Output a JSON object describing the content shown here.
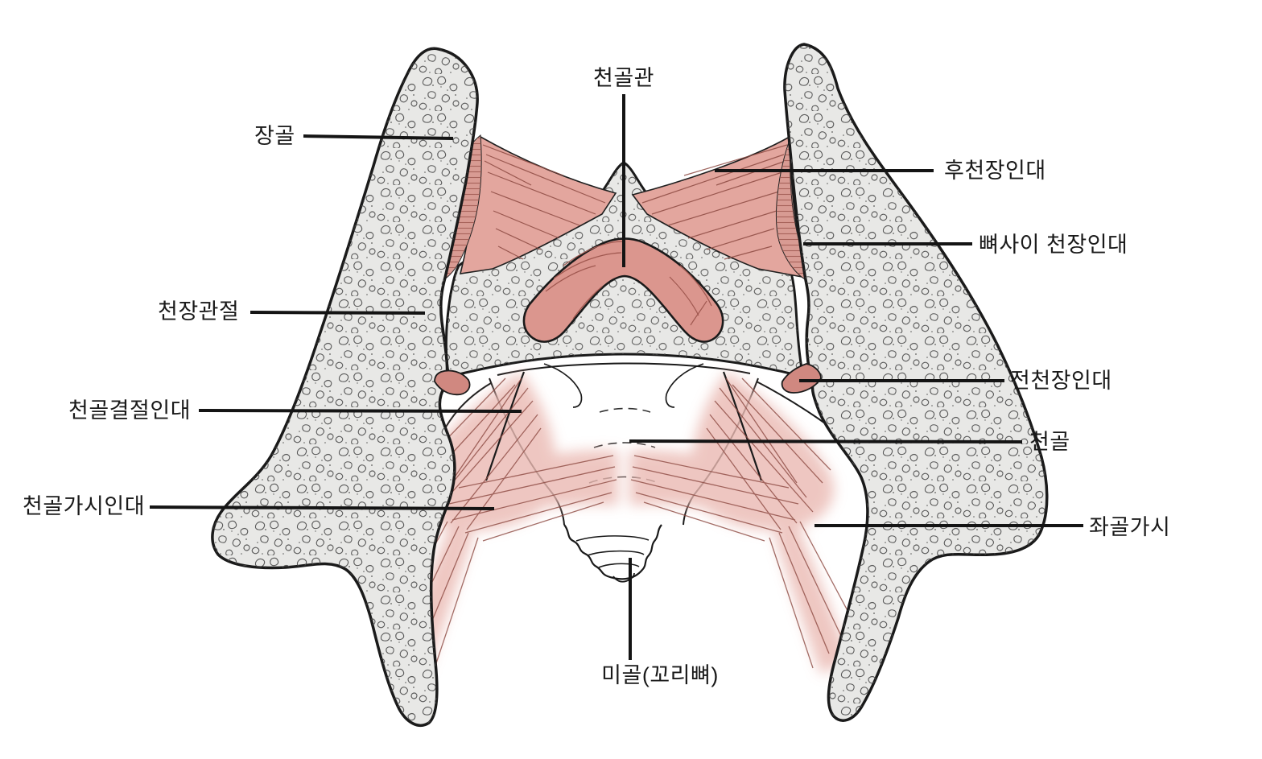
{
  "figure": {
    "type": "anatomical-diagram",
    "labels": [
      {
        "id": "sacral-canal",
        "text": "천골관",
        "side": "top"
      },
      {
        "id": "ilium",
        "text": "장골",
        "side": "left"
      },
      {
        "id": "posterior-sacroiliac-ligament",
        "text": "후천장인대",
        "side": "right"
      },
      {
        "id": "interosseous-sacroiliac-ligament",
        "text": "뼈사이 천장인대",
        "side": "right"
      },
      {
        "id": "sacroiliac-joint",
        "text": "천장관절",
        "side": "left"
      },
      {
        "id": "anterior-sacroiliac-ligament",
        "text": "전천장인대",
        "side": "right"
      },
      {
        "id": "sacrotuberous-ligament",
        "text": "천골결절인대",
        "side": "left"
      },
      {
        "id": "sacrum",
        "text": "천골",
        "side": "right"
      },
      {
        "id": "sacrospinous-ligament",
        "text": "천골가시인대",
        "side": "left"
      },
      {
        "id": "ischial-spine",
        "text": "좌골가시",
        "side": "right"
      },
      {
        "id": "coccyx",
        "text": "미골(꼬리뼈)",
        "side": "bottom"
      }
    ]
  },
  "colors": {
    "background": "#ffffff",
    "bone_fill": "#e8e8e6",
    "outline": "#1a1a1a",
    "ligament_light_pink": "#eab9b2",
    "ligament_mid_pink": "#e3a69e",
    "ligament_dark_pink": "#db968e",
    "hatch_stroke": "#8d4a42",
    "label_text": "#1a1a1a",
    "leader_line": "#141414"
  }
}
